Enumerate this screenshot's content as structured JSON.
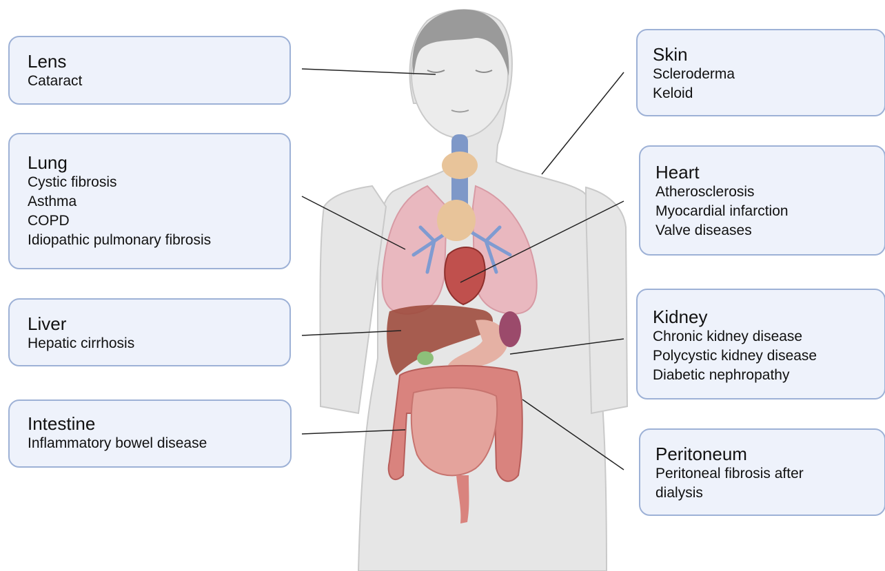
{
  "boxes": {
    "lens": {
      "title": "Lens",
      "items": [
        "Cataract"
      ]
    },
    "lung": {
      "title": "Lung",
      "items": [
        "Cystic fibrosis",
        "Asthma",
        "COPD",
        "Idiopathic pulmonary fibrosis"
      ]
    },
    "liver": {
      "title": "Liver",
      "items": [
        "Hepatic cirrhosis"
      ]
    },
    "intestine": {
      "title": "Intestine",
      "items": [
        "Inflammatory bowel disease"
      ]
    },
    "skin": {
      "title": "Skin",
      "items": [
        "Scleroderma",
        "Keloid"
      ]
    },
    "heart": {
      "title": "Heart",
      "items": [
        "Atherosclerosis",
        "Myocardial infarction",
        "Valve diseases"
      ]
    },
    "kidney": {
      "title": "Kidney",
      "items": [
        "Chronic kidney disease",
        "Polycystic kidney disease",
        "Diabetic nephropathy"
      ]
    },
    "peritoneum": {
      "title": "Peritoneum",
      "items": [
        "Peritoneal fibrosis after",
        "dialysis"
      ]
    }
  },
  "colors": {
    "box_fill": "#eef2fb",
    "box_border": "#9db1d6",
    "skin": "#e6e6e6",
    "hair": "#9a9a9a",
    "lung": "#e9b8bf",
    "bronchi": "#7f9bd1",
    "trachea": "#7e98c8",
    "thyroid": "#e8c49a",
    "heart": "#c0504d",
    "liver": "#9e4d3e",
    "kidney": "#9b4a6b",
    "intestine": "#d9837e"
  }
}
